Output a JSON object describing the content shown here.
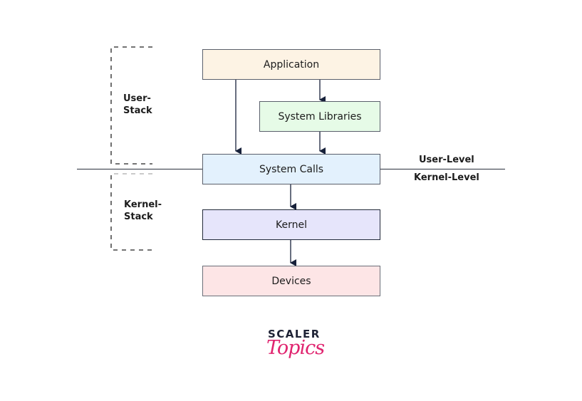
{
  "diagram": {
    "boxes": {
      "application": {
        "label": "Application",
        "color": "#fdf3e4"
      },
      "system_libraries": {
        "label": "System Libraries",
        "color": "#e6fbe7"
      },
      "system_calls": {
        "label": "System Calls",
        "color": "#e3f1fd"
      },
      "kernel": {
        "label": "Kernel",
        "color": "#e6e5fb"
      },
      "devices": {
        "label": "Devices",
        "color": "#fde5e6"
      }
    },
    "stack_labels": {
      "user_stack": [
        "User-",
        "Stack"
      ],
      "kernel_stack": [
        "Kernel-",
        "Stack"
      ]
    },
    "level_labels": {
      "user_level": "User-Level",
      "kernel_level": "Kernel-Level"
    },
    "edges": [
      {
        "from": "Application",
        "to": "System Libraries"
      },
      {
        "from": "Application",
        "to": "System Calls"
      },
      {
        "from": "System Libraries",
        "to": "System Calls"
      },
      {
        "from": "System Calls",
        "to": "Kernel"
      },
      {
        "from": "Kernel",
        "to": "Devices"
      }
    ]
  },
  "logo": {
    "line1": "SCALER",
    "line2": "Topics",
    "brand_color": "#e0246f"
  }
}
